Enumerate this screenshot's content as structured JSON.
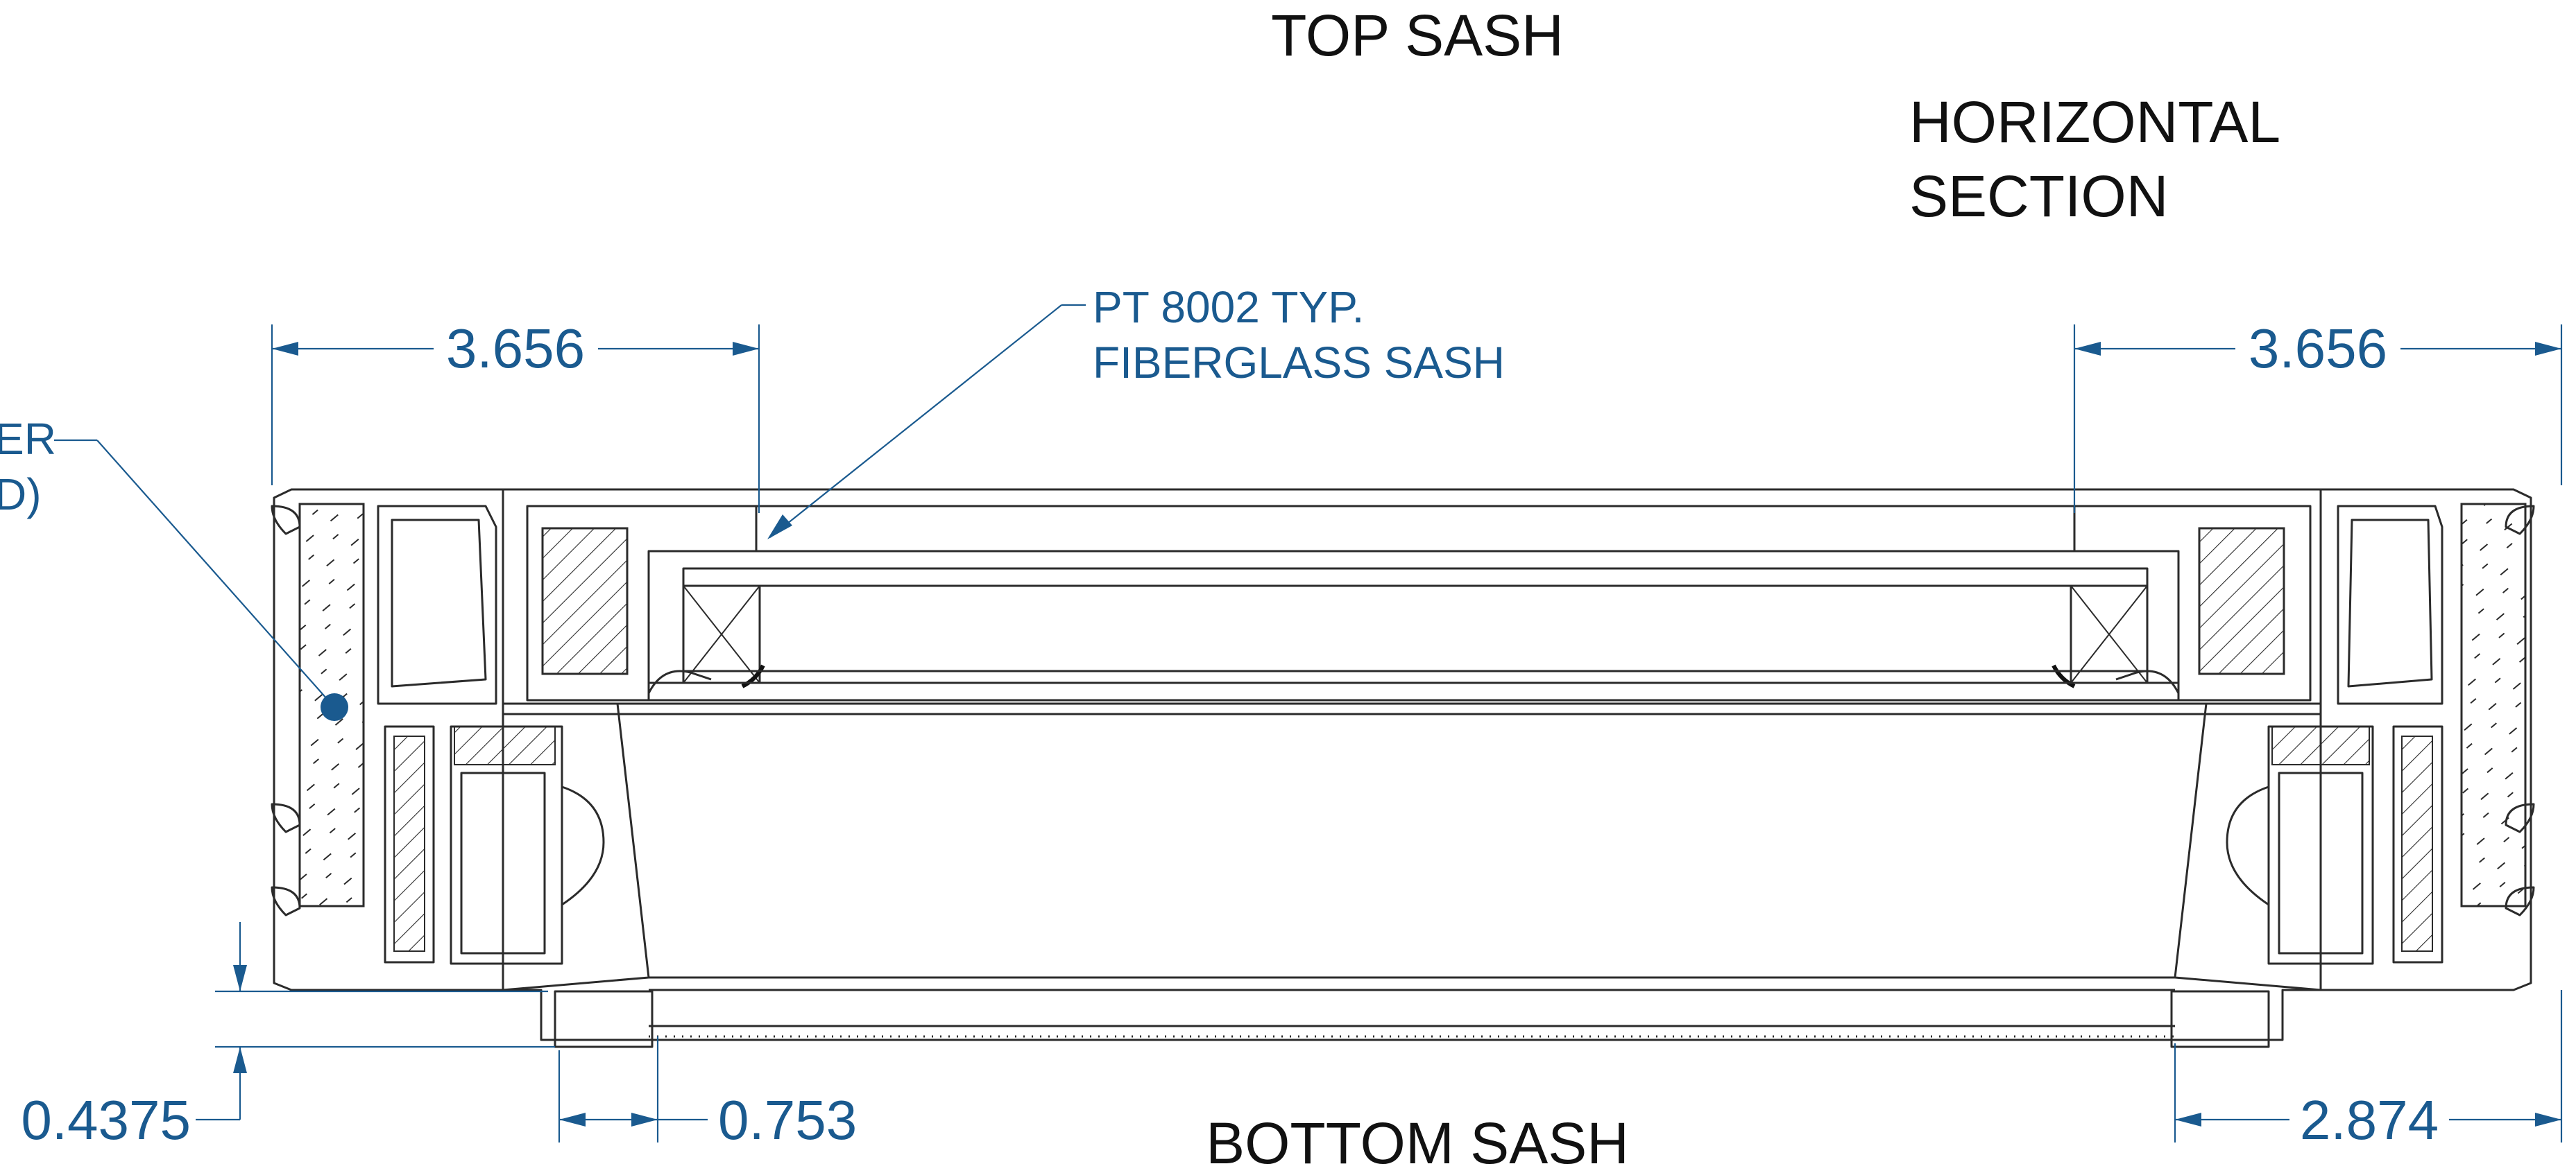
{
  "title": "TOP SASH",
  "bottom_title": "BOTTOM SASH",
  "section_title": [
    "HORIZONTAL",
    "SECTION"
  ],
  "callouts": {
    "sash": [
      "PT 8002 TYP.",
      "FIBERGLASS SASH"
    ],
    "left_clipped": [
      "ER",
      "D)"
    ]
  },
  "dimensions": {
    "top_left": "3.656",
    "top_right": "3.656",
    "bottom_left_height": "0.4375",
    "bottom_left_width": "0.753",
    "bottom_right_width": "2.874"
  },
  "colors": {
    "annotation": "#1a5a8f",
    "outline": "#2b2b2b",
    "text": "#111111"
  }
}
